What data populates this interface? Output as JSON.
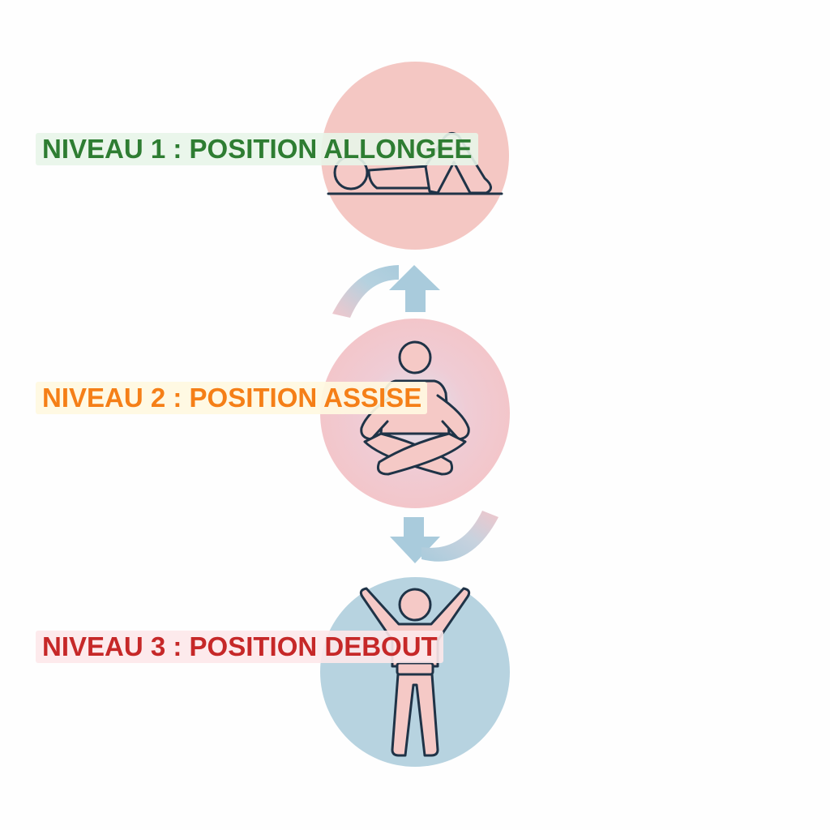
{
  "levels": [
    {
      "label": "NIVEAU 1 : POSITION ALLONGEE",
      "text_color": "#2e7d32",
      "label_bg": "#e8f5e9",
      "circle_color": "#f4c7c3",
      "figure": "lying-person-icon"
    },
    {
      "label": "NIVEAU 2 : POSITION ASSISE",
      "text_color": "#f57f17",
      "label_bg": "#fff8e1",
      "circle_color": "#f2c4c8",
      "figure": "seated-cross-legged-person-icon"
    },
    {
      "label": "NIVEAU 3 : POSITION DEBOUT",
      "text_color": "#c62828",
      "label_bg": "#fde8ea",
      "circle_color": "#b7d3e0",
      "figure": "standing-arms-raised-person-icon"
    }
  ],
  "colors": {
    "figure_fill": "#f5c9c6",
    "figure_stroke": "#1f3347",
    "arrow_blue": "#a9cbdc",
    "arrow_pink": "#f0c6cb"
  }
}
